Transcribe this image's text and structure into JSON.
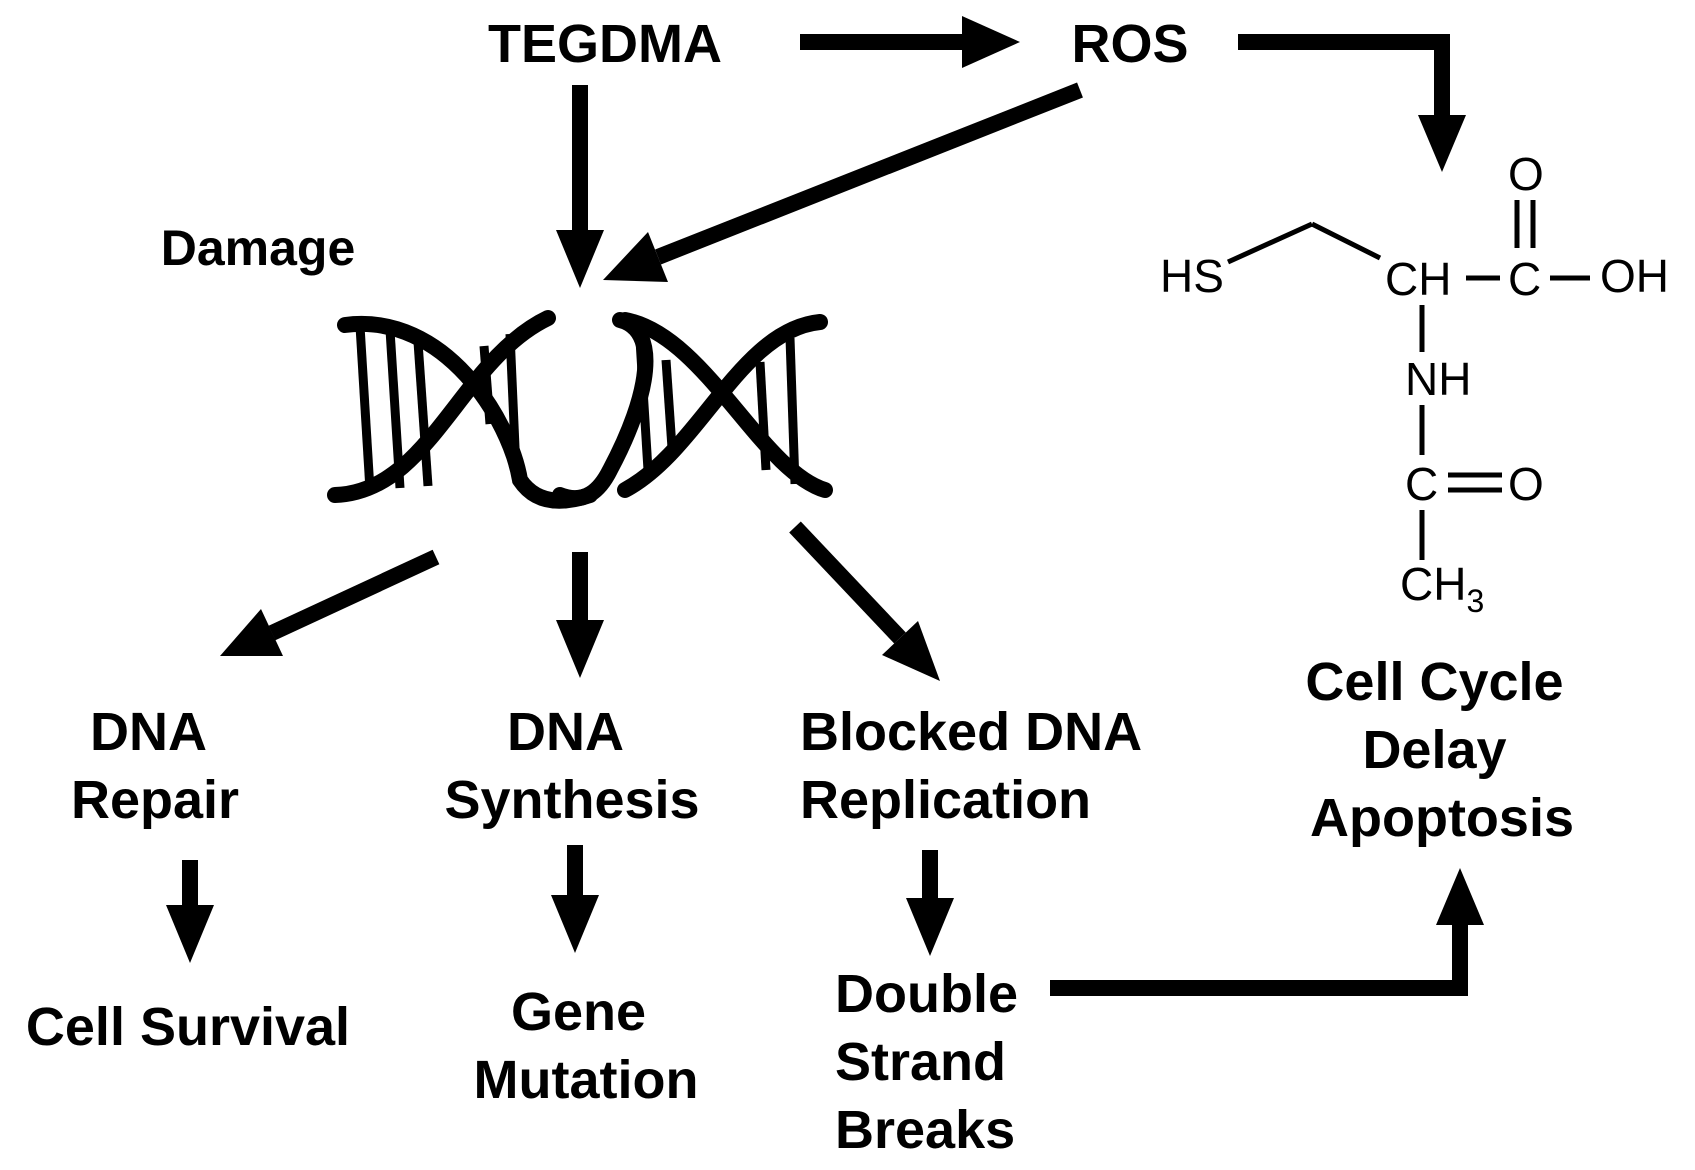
{
  "nodes": {
    "tegdma": "TEGDMA",
    "ros": "ROS",
    "damage": "Damage",
    "dna_repair": [
      "DNA",
      "Repair"
    ],
    "dna_synthesis": [
      "DNA",
      "Synthesis"
    ],
    "blocked_replication": [
      "Blocked DNA",
      "Replication"
    ],
    "cell_cycle": [
      "Cell Cycle",
      "Delay",
      "Apoptosis"
    ],
    "cell_survival": "Cell Survival",
    "gene_mutation": [
      "Gene",
      "Mutation"
    ],
    "double_strand_breaks": [
      "Double",
      "Strand",
      "Breaks"
    ]
  },
  "molecule": {
    "hs": "HS",
    "ch": "CH",
    "c_acid": "C",
    "oh": "OH",
    "o_top": "O",
    "nh": "NH",
    "c_amide": "C",
    "o_amide": "O",
    "ch3_base": "CH",
    "ch3_sub": "3"
  }
}
